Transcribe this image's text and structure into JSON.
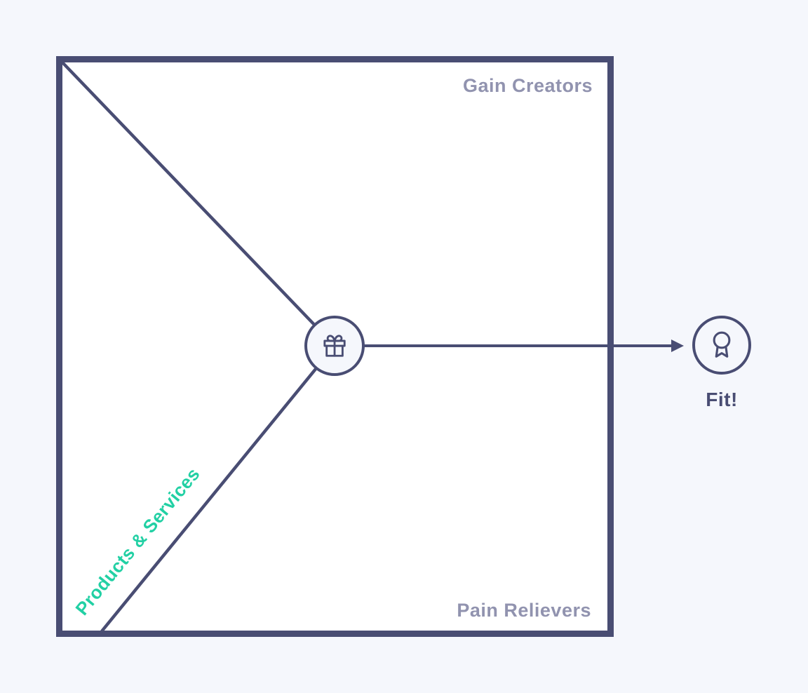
{
  "palette": {
    "background": "#f5f7fc",
    "panel": "#ffffff",
    "ink": "#494d73",
    "muted_label": "#9193af",
    "accent": "#22d0a4"
  },
  "canvas": {
    "gain_creators_label": "Gain Creators",
    "pain_relievers_label": "Pain Relievers",
    "products_services_label": "Products & Services",
    "fit_label": "Fit!"
  },
  "icons": {
    "center": "gift-icon",
    "fit": "award-icon"
  }
}
